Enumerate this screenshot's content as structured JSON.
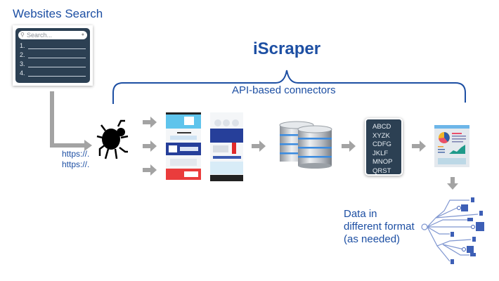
{
  "diagram": {
    "title": "iScraper",
    "subtitle": "API-based connectors",
    "search_panel": {
      "heading": "Websites Search",
      "placeholder": "Search...",
      "results": [
        "1.",
        "2.",
        "3.",
        "4."
      ],
      "search_icon": "magnifier-icon",
      "mic_icon": "microphone-icon"
    },
    "urls": [
      "https://.",
      "https://."
    ],
    "crawler_icon": "spider-icon",
    "stages": [
      "websites-search",
      "spider-crawler",
      "web-pages",
      "databases",
      "text-records",
      "report",
      "data-formats"
    ],
    "records": [
      "ABCD",
      "XYZK",
      "CDFG",
      "JKLF",
      "MNOP",
      "QRST"
    ],
    "output_label": [
      "Data in",
      "different format",
      "(as needed)"
    ],
    "colors": {
      "brand_blue": "#1d4fa3",
      "panel_dark": "#2c4053",
      "arrow_gray": "#a3a3a3"
    }
  }
}
